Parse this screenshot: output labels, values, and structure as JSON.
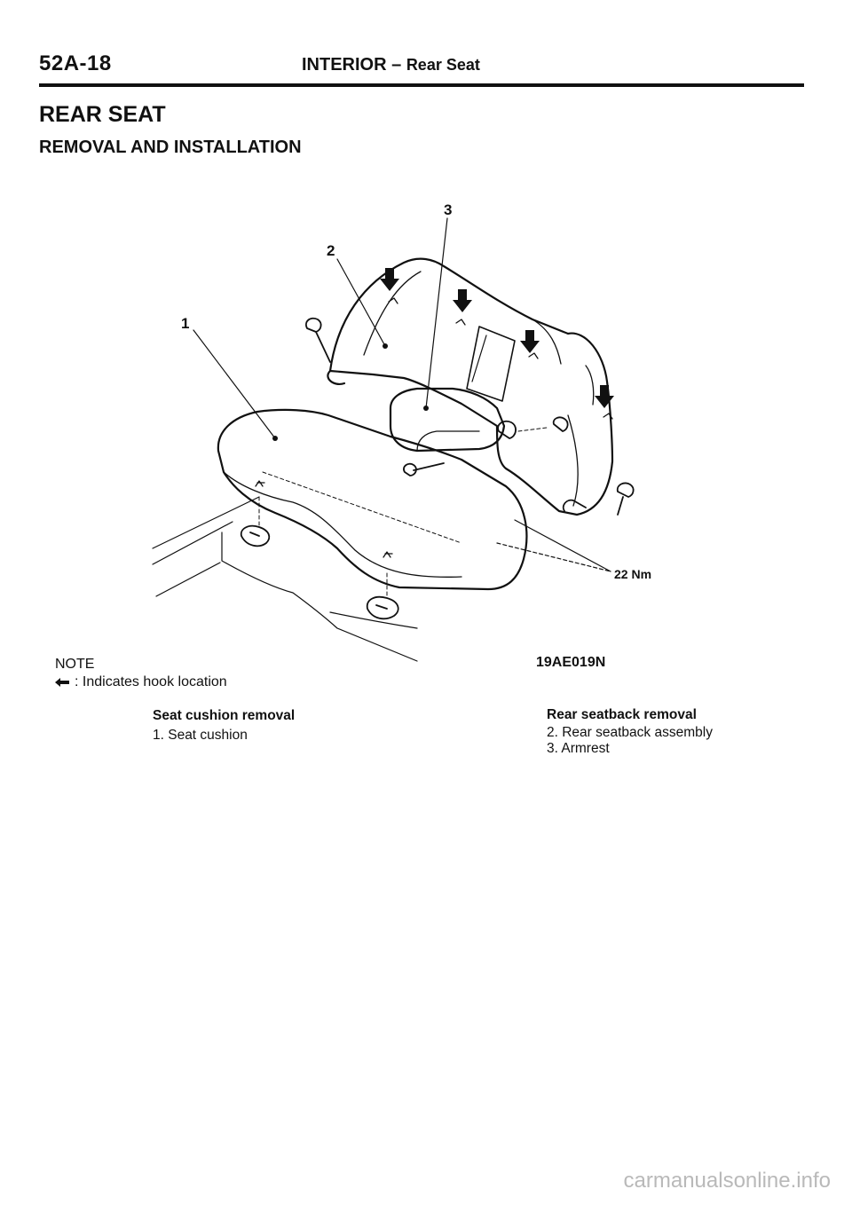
{
  "header": {
    "page_number": "52A-18",
    "section": "INTERIOR",
    "dash": "–",
    "subsection": "Rear Seat"
  },
  "title": "REAR SEAT",
  "subtitle": "REMOVAL AND INSTALLATION",
  "diagram": {
    "callouts": [
      "1",
      "2",
      "3"
    ],
    "torque_label": "22 Nm",
    "figure_code": "19AE019N"
  },
  "note": {
    "label": "NOTE",
    "arrow_text": ": Indicates hook location"
  },
  "procedures": {
    "left": {
      "heading": "Seat cushion removal",
      "items": [
        "1. Seat cushion"
      ]
    },
    "right": {
      "heading": "Rear seatback removal",
      "items": [
        "2. Rear seatback assembly",
        "3. Armrest"
      ]
    }
  },
  "watermark": "carmanualsonline.info"
}
